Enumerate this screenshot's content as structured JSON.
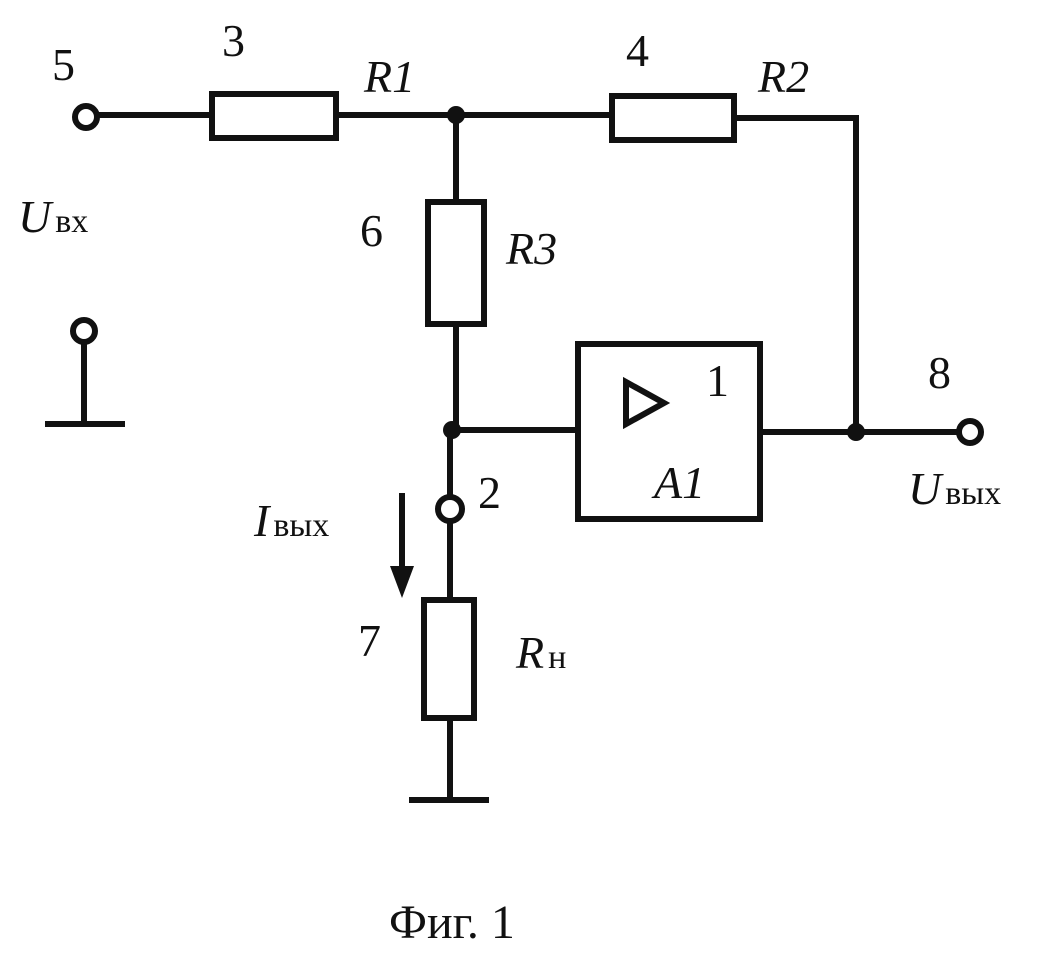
{
  "labels": {
    "terminal_in": "5",
    "r1_ref": "3",
    "r1_name": "R1",
    "r2_ref": "4",
    "r2_name": "R2",
    "r3_ref": "6",
    "r3_name": "R3",
    "u_in_symbol": "U",
    "u_in_sub": "вх",
    "amp_ref": "1",
    "amp_name": "A1",
    "terminal_out": "8",
    "u_out_symbol": "U",
    "u_out_sub": "вых",
    "node_2": "2",
    "i_out_symbol": "I",
    "i_out_sub": "вых",
    "load_ref": "7",
    "load_symbol": "R",
    "load_sub": "н"
  },
  "caption": "Фиг. 1",
  "icons": {
    "amplifier": "triangle-amplifier-icon",
    "ground": "ground-icon",
    "arrow": "arrow-down-icon"
  }
}
